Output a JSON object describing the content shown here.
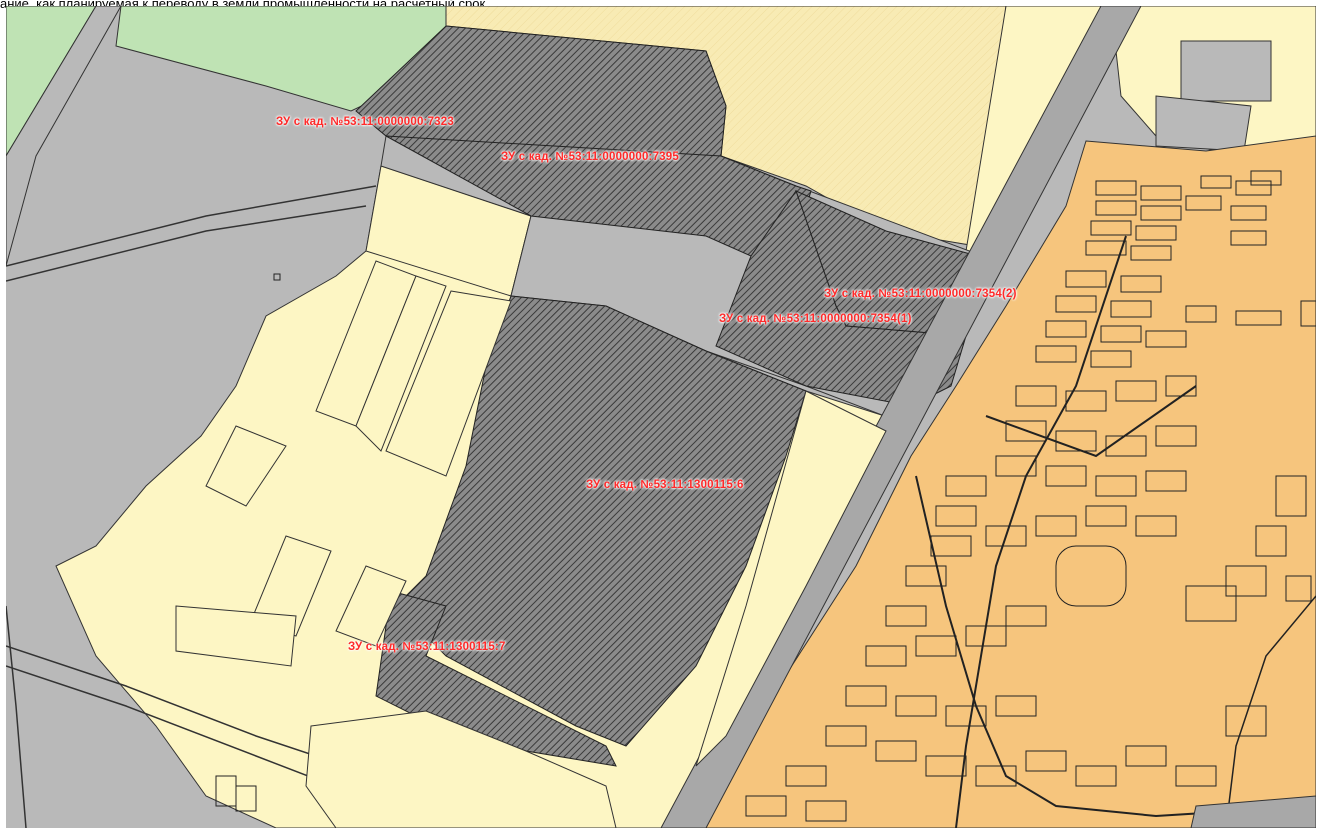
{
  "caption": "ание, как планируемая к переводу в земли промышленности на расчетный срок.",
  "labels": [
    "ЗУ с кад. №53:11:0000000:7323",
    "ЗУ с кад. №53:11:0000000:7395",
    "ЗУ с кад. №53:11:0000000:7354(2)",
    "ЗУ с кад. №53:11:0000000:7354(1)",
    "ЗУ с кад. №53:11:1300115:6",
    "ЗУ с кад. №53:11:1300115:7"
  ],
  "colors": {
    "gray_zone": "#b9b9b9",
    "light_yellow_zone": "#fdf6c4",
    "cream_hatched_zone": "#f8ebb4",
    "orange_residential_zone": "#f6c57d",
    "green_zone": "#bfe3b4",
    "hatched_parcel": "#6e6e6e",
    "road": "#a8a8a8",
    "label_text": "#ff2a2a"
  }
}
